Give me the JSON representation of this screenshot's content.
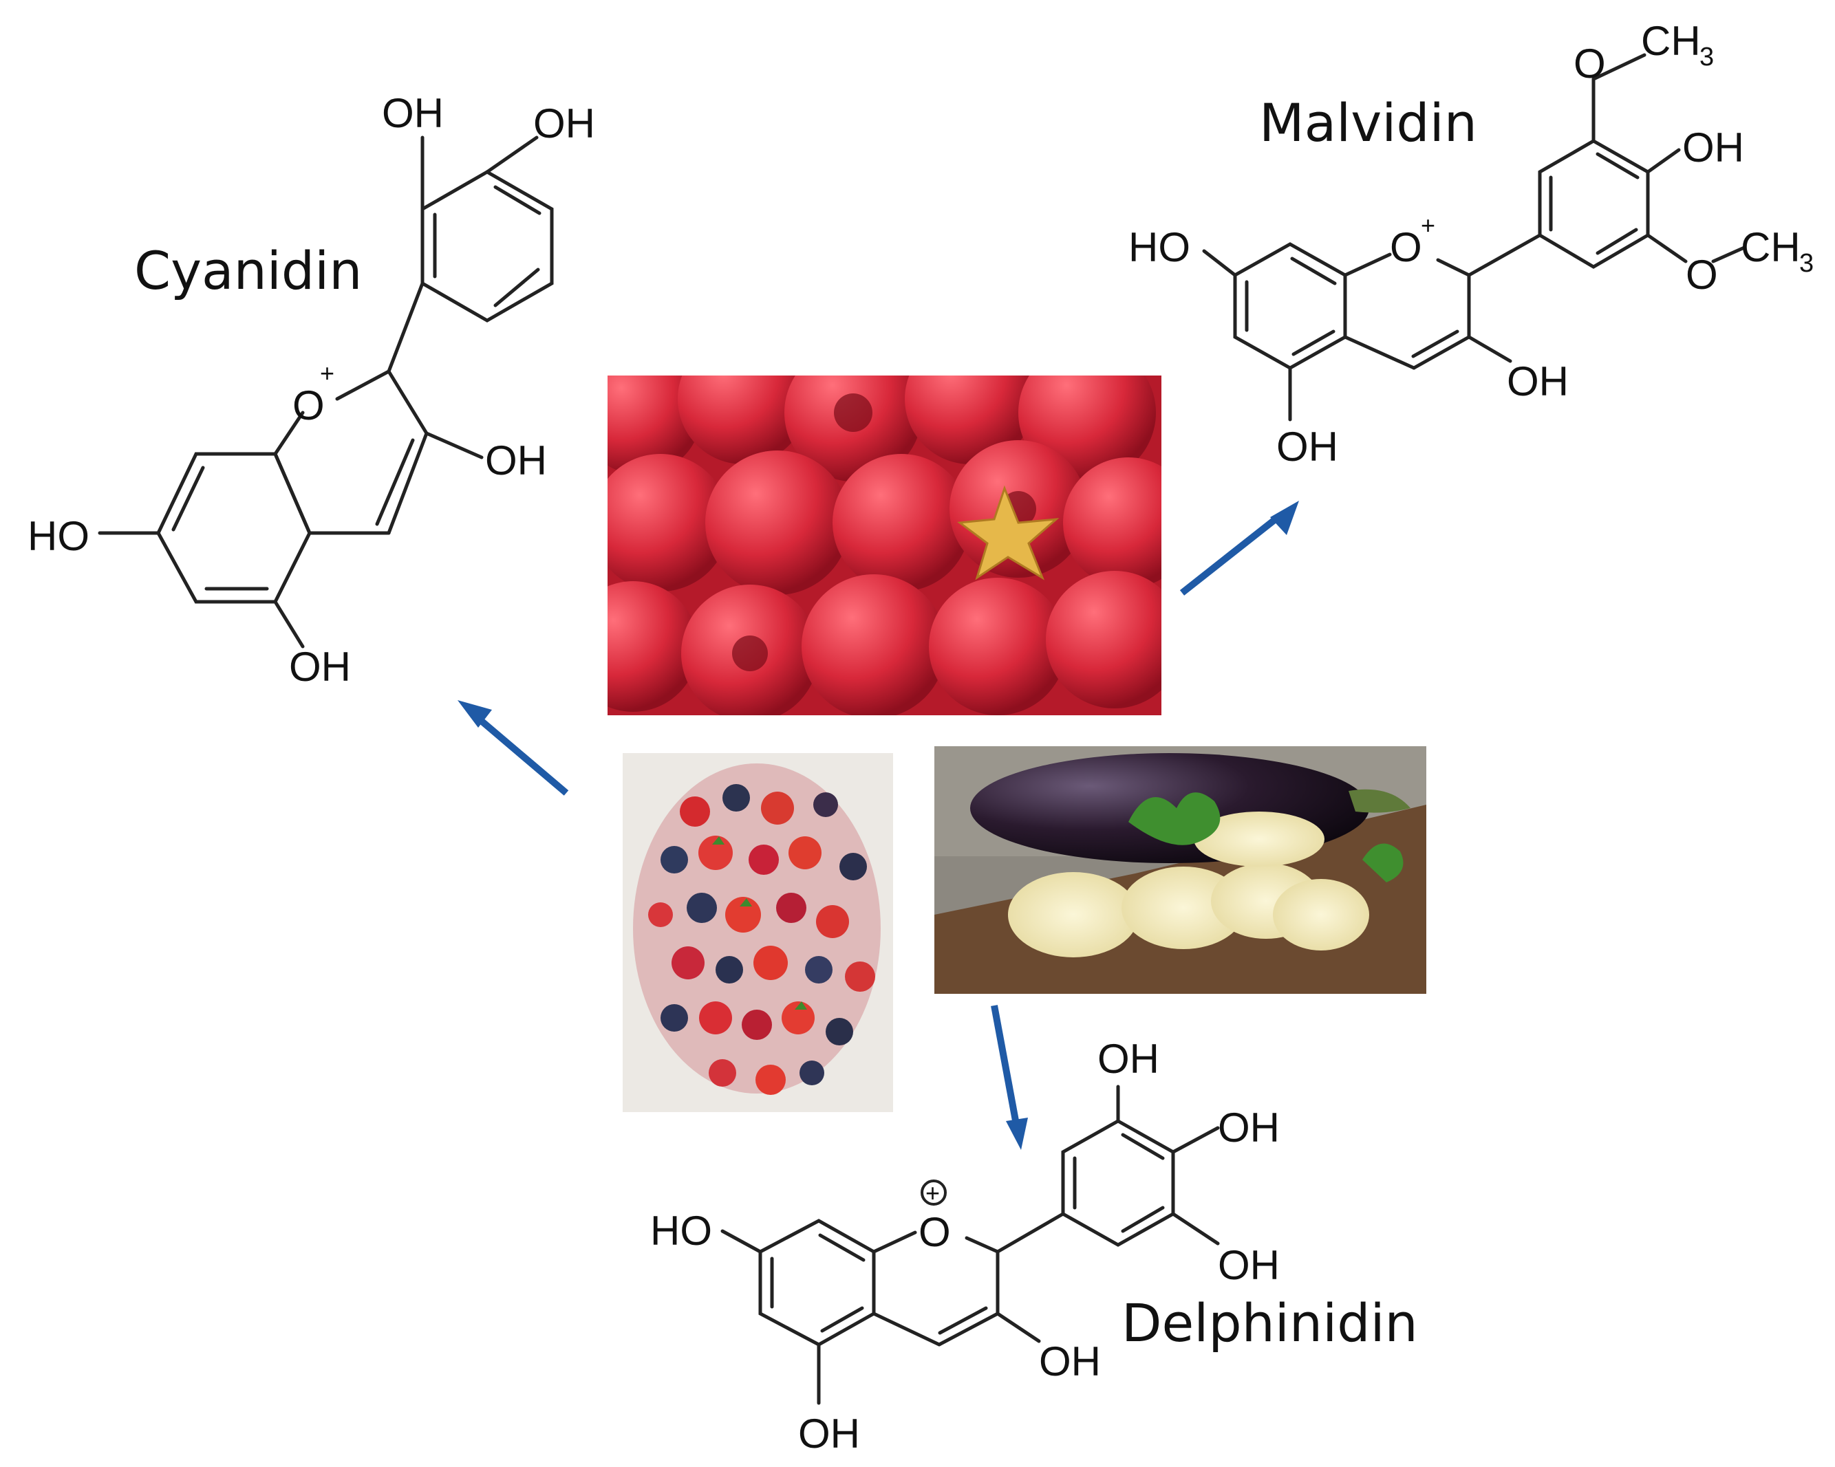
{
  "compounds": {
    "cyanidin": {
      "name": "Cyanidin",
      "groups": {
        "oh_a": "OH",
        "oh_b": "OH",
        "oh_c": "OH",
        "ho_d": "HO",
        "oh_e": "OH",
        "oxygen": "O",
        "charge": "+"
      }
    },
    "malvidin": {
      "name": "Malvidin",
      "groups": {
        "ome_top_o": "O",
        "ome_top_ch": "CH",
        "ome_top_sub": "3",
        "oh_para": "OH",
        "ome_bot_o": "O",
        "ome_bot_ch": "CH",
        "ome_bot_sub": "3",
        "ho_left": "HO",
        "oxygen": "O",
        "charge": "+",
        "oh_3": "OH",
        "oh_5": "OH"
      }
    },
    "delphinidin": {
      "name": "Delphinidin",
      "groups": {
        "oh_top": "OH",
        "oh_mid": "OH",
        "oh_bot": "OH",
        "ho_left": "HO",
        "oxygen": "O",
        "charge": "+",
        "oh_3": "OH",
        "oh_5": "OH"
      }
    }
  },
  "photos": {
    "raspberries": "raspberries-photo",
    "mixed_berries": "mixed-berries-photo",
    "eggplant": "eggplant-photo"
  },
  "colors": {
    "arrow": "#1f5aa6",
    "raspberry": "#d8283a",
    "eggplant": "#2a1a2e",
    "wood": "#6b4a30"
  }
}
